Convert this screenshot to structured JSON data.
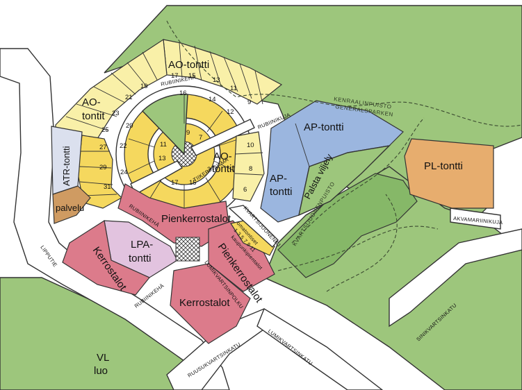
{
  "colors": {
    "green_area": "#9dc67c",
    "ao_lot": "#f9f0a8",
    "ao_ring": "#f5d85e",
    "ap_lot": "#9bb6df",
    "kerrostalo": "#dc7b8b",
    "lpa": "#e2c3df",
    "pl": "#e7ad6e",
    "palvelu": "#cf9b62",
    "atr": "#dbe0ee"
  },
  "areas": {
    "ao_top": "AO-tontti",
    "ao_left_1": "AO-",
    "ao_left_2": "tontit",
    "ao_center_1": "AO-",
    "ao_center_2": "tontit",
    "ap_right": "AP-tontti",
    "ap_left_1": "AP-",
    "ap_left_2": "tontti",
    "palsta": "Palsta viljely",
    "pl": "PL-tontti",
    "atr": "ATR-tontti",
    "palvelu": "palvelu",
    "pienkerrostalot_1": "Pienkerrostalot",
    "pienkerrostalot_2": "Pienkerrostalot",
    "lpa_1": "LPA-",
    "lpa_2": "tontti",
    "kerrostalot_1": "Kerrostalot",
    "kerrostalot_2": "Kerrostalot",
    "vl_1": "VL",
    "vl_2": "luo",
    "omatontiset": "omatontiset",
    "omatontiset_nums": "1 3 5 7 9 11",
    "kaupunkipientalot": "kaupunkipientalot"
  },
  "parks": {
    "keskuspuisto_fi": "KENRAALINPUISTO",
    "keskuspuisto_sv": "GENERALSPARKEN",
    "kvartsijuonenpuisto": "KVARTSIJUONENPUISTO"
  },
  "streets": {
    "rubiinikeha_top": "RUBIINIKEHÄ",
    "rubiinikeha_left": "RUBIINIKEHÄ",
    "rubiinikeha_bottom": "RUBIINIKEHÄ",
    "rubiinikuja": "RUBIINIKUJA",
    "tiikerinsilma": "TIIKERINSILMÄ",
    "kvartsijuonenkuja": "KVARTSIJUONENKJ",
    "lumikvartsinpolku": "LUMIKVARTSINPOLKU",
    "akvamariinikuja": "AKVAMARIINIKUJA",
    "lipputie": "LIPPUTIE",
    "ruusukvartsinkatu": "RUUSUKVARTSINKATU",
    "lumikvartsinkatu": "LUMIKVARTSINKATU",
    "sinikvartsinkatu": "SINIKVARTSINKATU"
  },
  "lot_numbers": {
    "top": [
      "17",
      "15",
      "13",
      "11",
      "9",
      "19",
      "21",
      "23",
      "25"
    ],
    "ring_top": [
      "16",
      "14",
      "12"
    ],
    "ring_inner": [
      "9",
      "7",
      "11",
      "13",
      "3",
      "15",
      "17"
    ],
    "ring_left": [
      "20",
      "22",
      "24"
    ],
    "left": [
      "27",
      "29",
      "31"
    ],
    "right": [
      "10",
      "8",
      "6"
    ]
  }
}
